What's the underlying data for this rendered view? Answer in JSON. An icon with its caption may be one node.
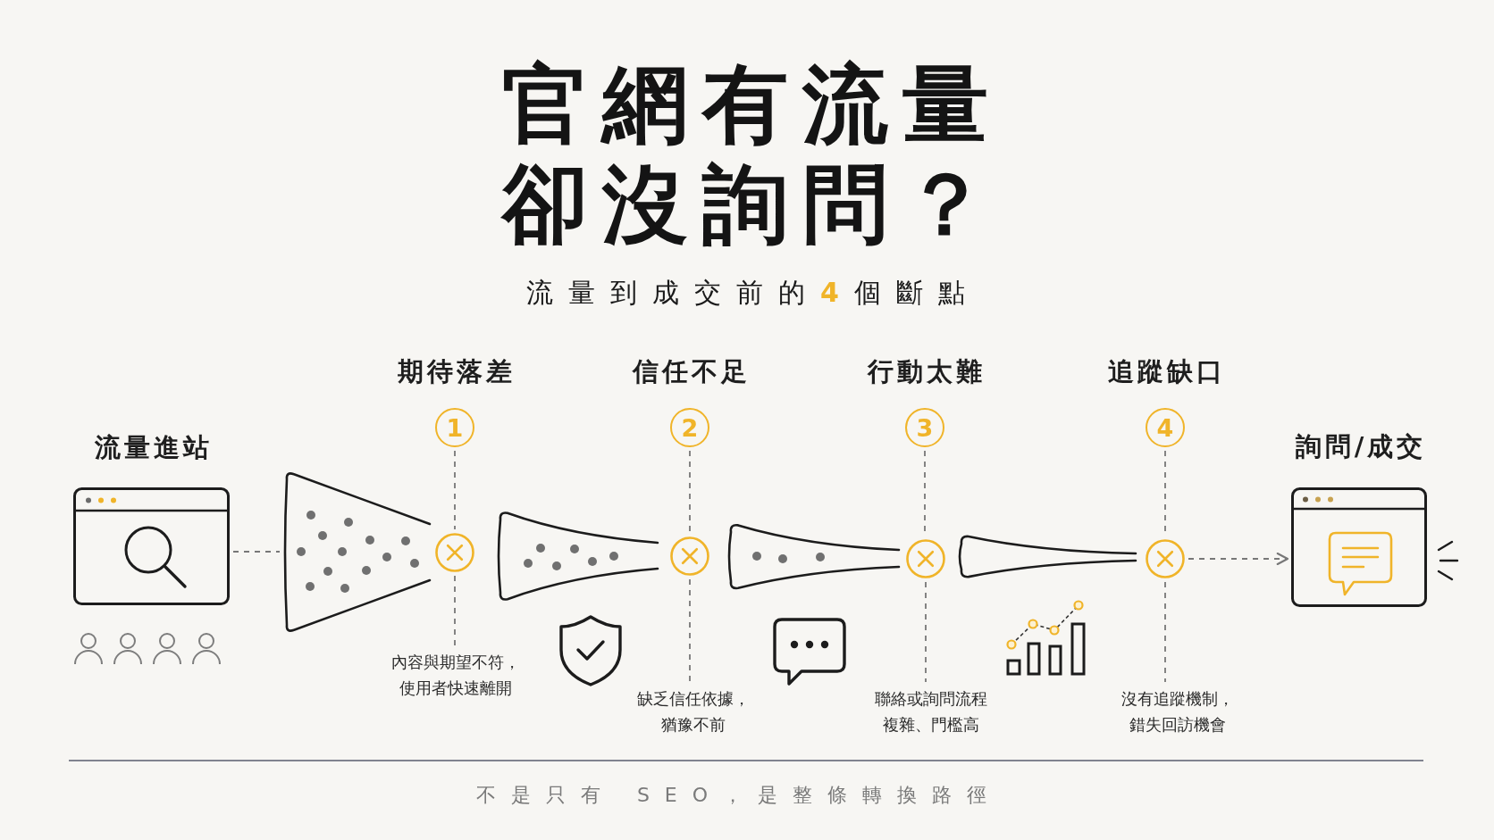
{
  "diagram": {
    "title": "官網有流量卻沒詢問？",
    "caption": "不是只有 SEO，是整條轉換路徑",
    "labels": [
      "流量到成交前的**4**個斷點"
    ],
    "nodes": [
      {
        "text": [
          "流量進站"
        ]
      },
      {
        "text": [
          "期待落差",
          "1"
        ]
      },
      {
        "text": [],
        "shape": "funnel"
      },
      {
        "text": [],
        "shape": "circle"
      },
      {
        "text": [
          "內容與期望不符，使用者快速離開"
        ]
      },
      {
        "text": [
          "信任不足",
          "2"
        ]
      },
      {
        "text": [],
        "shape": "funnel"
      },
      {
        "text": [],
        "shape": "circle"
      },
      {
        "text": [
          "缺乏信任依據，猶豫不前"
        ]
      },
      {
        "text": [
          "行動太難",
          "3"
        ]
      },
      {
        "text": [],
        "shape": "funnel"
      },
      {
        "text": [],
        "shape": "circle"
      },
      {
        "text": [
          "聯絡或詢問流程複雜、門檻高"
        ]
      },
      {
        "text": [
          "追蹤缺口",
          "4"
        ]
      },
      {
        "text": [],
        "shape": "funnel"
      },
      {
        "text": [],
        "shape": "circle"
      },
      {
        "text": [
          "沒有追蹤機制，錯失回訪機會"
        ]
      },
      {
        "text": [
          "詢問/成交"
        ]
      }
    ],
    "edges": [
      {
        "from": 0,
        "to": 2,
        "arrow": "none",
        "style": "dashed"
      },
      {
        "from": 1,
        "to": 3,
        "arrow": "none",
        "style": "dashed"
      },
      {
        "from": 3,
        "to": 4,
        "arrow": "none",
        "style": "dashed"
      },
      {
        "from": 5,
        "to": 7,
        "arrow": "none",
        "style": "dashed"
      },
      {
        "from": 7,
        "to": 8,
        "arrow": "none",
        "style": "dashed"
      },
      {
        "from": 9,
        "to": 11,
        "arrow": "none",
        "style": "dashed"
      },
      {
        "from": 11,
        "to": 12,
        "arrow": "none",
        "style": "dashed"
      },
      {
        "from": 13,
        "to": 15,
        "arrow": "none",
        "style": "dashed"
      },
      {
        "from": 15,
        "to": 16,
        "arrow": "none",
        "style": "dashed"
      },
      {
        "from": 15,
        "to": 17,
        "arrow": "to",
        "style": "dashed"
      }
    ]
  }
}
